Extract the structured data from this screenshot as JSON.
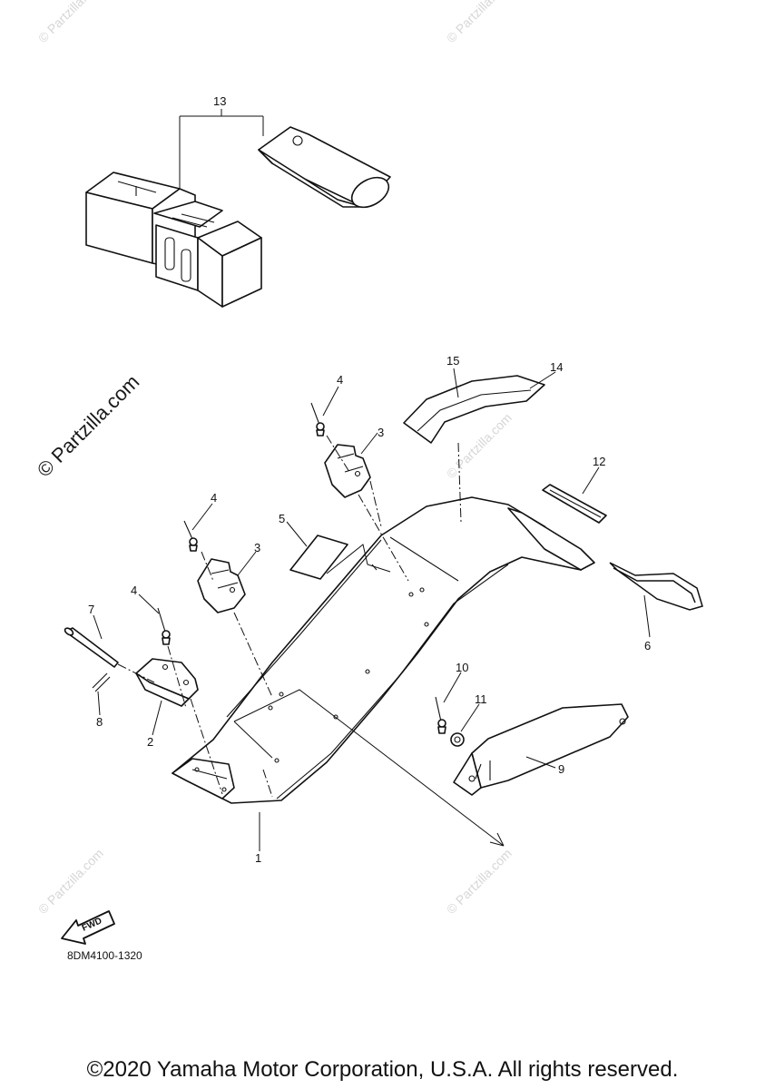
{
  "watermark": {
    "text": "© Partzilla.com",
    "main_text": "© Partzilla.com"
  },
  "callouts": [
    {
      "id": "c1",
      "label": "1"
    },
    {
      "id": "c2",
      "label": "2"
    },
    {
      "id": "c3a",
      "label": "3"
    },
    {
      "id": "c3b",
      "label": "3"
    },
    {
      "id": "c4a",
      "label": "4"
    },
    {
      "id": "c4b",
      "label": "4"
    },
    {
      "id": "c4c",
      "label": "4"
    },
    {
      "id": "c5",
      "label": "5"
    },
    {
      "id": "c6",
      "label": "6"
    },
    {
      "id": "c7",
      "label": "7"
    },
    {
      "id": "c8",
      "label": "8"
    },
    {
      "id": "c9",
      "label": "9"
    },
    {
      "id": "c10",
      "label": "10"
    },
    {
      "id": "c11",
      "label": "11"
    },
    {
      "id": "c12",
      "label": "12"
    },
    {
      "id": "c13",
      "label": "13"
    },
    {
      "id": "c14",
      "label": "14"
    },
    {
      "id": "c15",
      "label": "15"
    }
  ],
  "fwd_label": "FWD",
  "diagram_code": "8DM4100-1320",
  "copyright": "©2020 Yamaha Motor Corporation, U.S.A. All rights reserved."
}
